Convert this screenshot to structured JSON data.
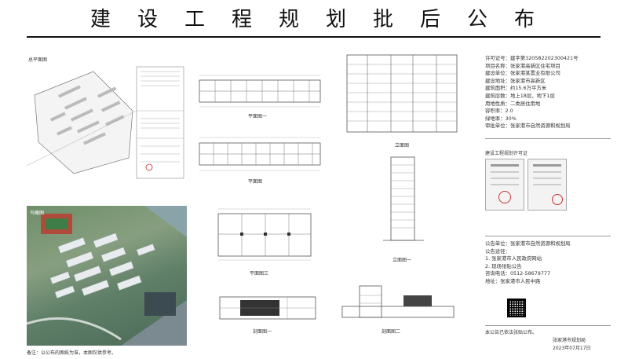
{
  "header": {
    "title": "建设工程规划批后公布"
  },
  "panels": {
    "site_plan": {
      "label": "总平面图"
    },
    "plan_1": {
      "caption": "平面图一"
    },
    "plan_2": {
      "caption": "平面图"
    },
    "plan_3": {
      "caption": "平面图三"
    },
    "elevation_1": {
      "caption": "立面图"
    },
    "elevation_2": {
      "caption": "立面图一"
    },
    "section_1": {
      "caption": "剖面图一"
    },
    "section_2": {
      "caption": "剖面图二"
    },
    "aerial": {
      "label": "鸟瞰图"
    }
  },
  "notes": {
    "left_footnote": "备注：以公布的图纸为准，本图仅供参考。",
    "bottom_right_small": "本公告已依法张贴公布。"
  },
  "info": {
    "lines": [
      "许可证号：建字第320582202300421号",
      "项目名称：张家港高新区住宅项目",
      "建设单位：张家港某置业有限公司",
      "建设地址：张家港市高新区",
      "建筑面积：约15.6万平方米",
      "建筑层数：地上18层，地下1层",
      "用地性质：二类居住用地",
      "容积率：2.0",
      "绿地率：30%",
      "审批单位：张家港市自然资源和规划局"
    ],
    "permit_caption": "建设工程规划许可证"
  },
  "contact": {
    "lines": [
      "公告单位：张家港市自然资源和规划局",
      "公告途径：",
      "1. 张家港市人民政府网站",
      "2. 现场张贴公告",
      "咨询电话：0512-58679777",
      "地址：张家港市人民中路"
    ]
  },
  "footer": {
    "org": "张家港市规划局",
    "date": "2023年07月17日"
  }
}
